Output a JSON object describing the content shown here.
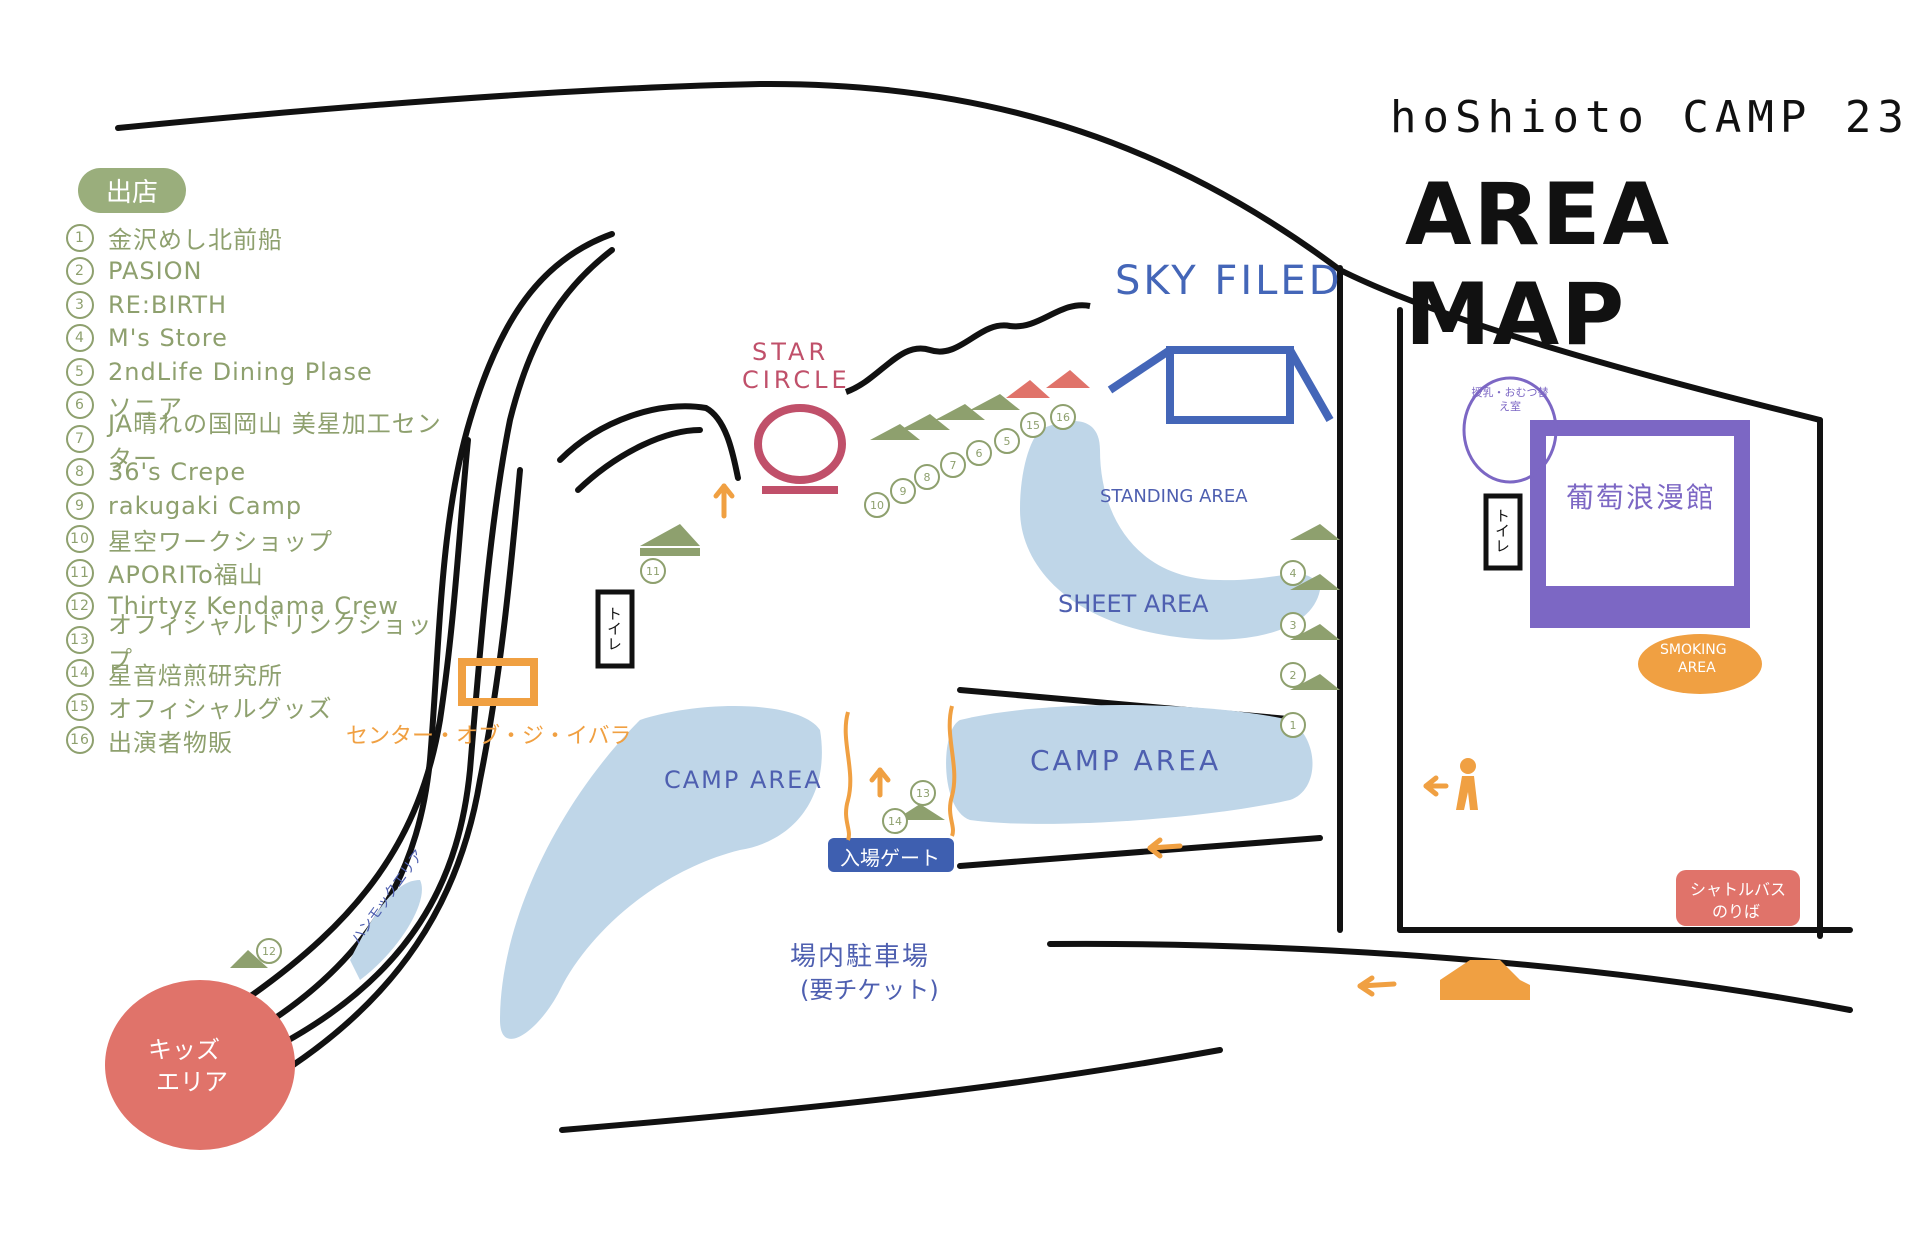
{
  "header": {
    "event_title": "hoShioto CAMP 23",
    "map_title": "AREA MAP"
  },
  "legend": {
    "title": "出店",
    "items": [
      {
        "num": "1",
        "label": "金沢めし北前船"
      },
      {
        "num": "2",
        "label": "PASION"
      },
      {
        "num": "3",
        "label": "RE:BIRTH"
      },
      {
        "num": "4",
        "label": "M's Store"
      },
      {
        "num": "5",
        "label": "2ndLife Dining Plase"
      },
      {
        "num": "6",
        "label": "ソニア"
      },
      {
        "num": "7",
        "label": "JA晴れの国岡山 美星加工センター"
      },
      {
        "num": "8",
        "label": "36's Crepe"
      },
      {
        "num": "9",
        "label": "rakugaki Camp"
      },
      {
        "num": "10",
        "label": "星空ワークショップ"
      },
      {
        "num": "11",
        "label": "APORITo福山"
      },
      {
        "num": "12",
        "label": "Thirtyz Kendama Crew"
      },
      {
        "num": "13",
        "label": "オフィシャルドリンクショップ"
      },
      {
        "num": "14",
        "label": "星音焙煎研究所"
      },
      {
        "num": "15",
        "label": "オフィシャルグッズ"
      },
      {
        "num": "16",
        "label": "出演者物販"
      }
    ]
  },
  "areas": {
    "sky_filed": "SKY FILED",
    "star_circle_1": "STAR",
    "star_circle_2": "CIRCLE",
    "standing_area": "STANDING AREA",
    "sheet_area": "SHEET AREA",
    "camp_area_left": "CAMP AREA",
    "camp_area_right": "CAMP AREA",
    "center_of_jibara": "センター・オブ・ジ・イバラ",
    "hammock_area": "ハンモックエリア",
    "kids_area_1": "キッズ",
    "kids_area_2": "エリア",
    "entry_gate": "入場ゲート",
    "parking_1": "場内駐車場",
    "parking_2": "(要チケット)",
    "toilet_left": "トイレ",
    "toilet_right": "トイレ",
    "nursing_room": "授乳・おむつ替え室",
    "building": "葡萄浪漫館",
    "smoking_1": "SMOKING",
    "smoking_2": "AREA",
    "shuttle_1": "シャトルバス",
    "shuttle_2": "のりば"
  },
  "booth_markers": {
    "row_top": [
      "10",
      "9",
      "8",
      "7",
      "6",
      "5",
      "15",
      "16"
    ],
    "right_column": [
      "4",
      "3",
      "2",
      "1"
    ],
    "near_circle": "11",
    "gate": [
      "14",
      "13"
    ],
    "kids": "12"
  },
  "colors": {
    "green": "#8ea06e",
    "blue_text": "#5a6cc0",
    "water": "#bfd6e8",
    "orange": "#f0a042",
    "red": "#e0736a",
    "circle": "#c0506a",
    "purple": "#7c67c4",
    "gate": "#3e5fb0"
  }
}
